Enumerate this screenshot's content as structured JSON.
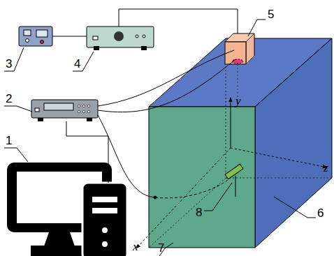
{
  "diagram": {
    "labels": [
      "1",
      "2",
      "3",
      "4",
      "5",
      "6",
      "7",
      "8",
      "y",
      "z",
      "x"
    ]
  }
}
